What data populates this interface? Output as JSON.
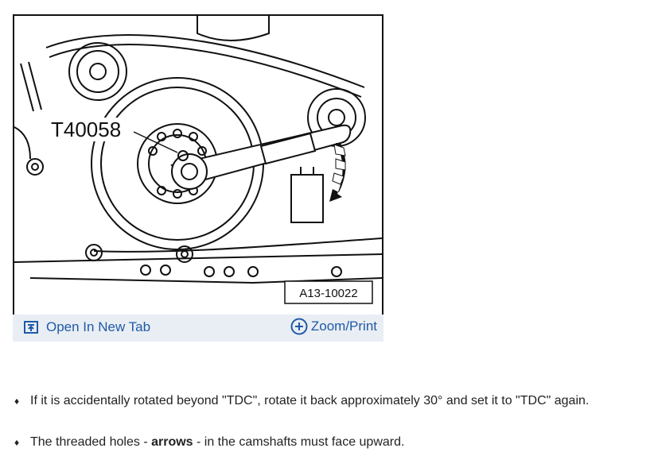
{
  "figure": {
    "callout_label": "T40058",
    "figure_id": "A13-10022",
    "open_tab_label": "Open In New Tab",
    "zoom_label": "Zoom/Print"
  },
  "instructions": [
    {
      "text": "If it is accidentally rotated beyond \"TDC\", rotate it back approximately 30° and set it to \"TDC\" again."
    },
    {
      "pre": "The threaded holes - ",
      "bold": "arrows",
      "post": " - in the camshafts must face upward."
    }
  ],
  "icons": {
    "open_tab": "open-new-tab-icon",
    "zoom": "plus-circle-icon",
    "bullet": "diamond-bullet-icon"
  }
}
